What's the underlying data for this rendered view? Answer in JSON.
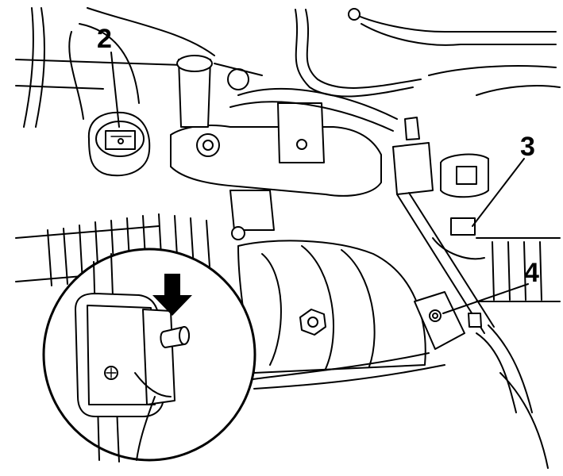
{
  "callouts": [
    {
      "id": "callout-2",
      "label": "2"
    },
    {
      "id": "callout-3",
      "label": "3"
    },
    {
      "id": "callout-4",
      "label": "4"
    }
  ],
  "icons": {
    "pointer": "down-arrow-icon"
  }
}
